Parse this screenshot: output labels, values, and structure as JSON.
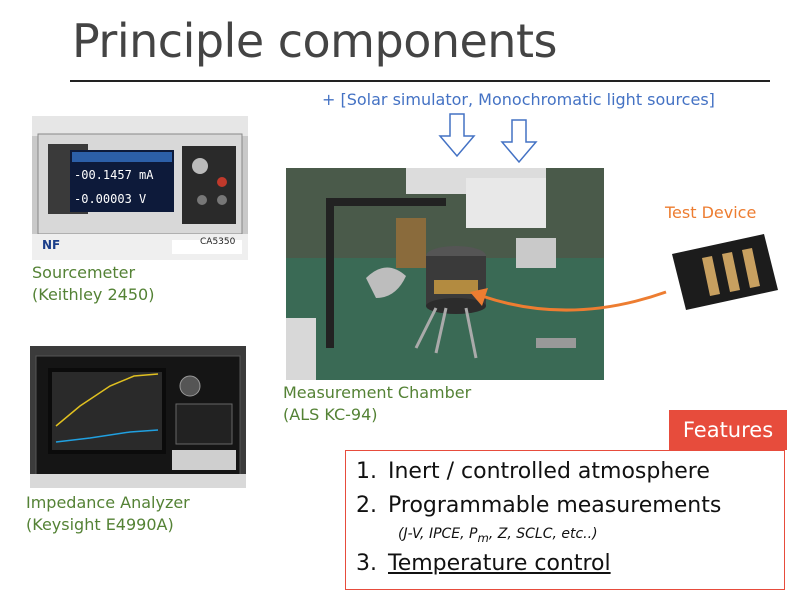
{
  "slide": {
    "title": "Principle components",
    "subtitle": "+ [Solar simulator, Monochromatic light sources]"
  },
  "sourcemeter": {
    "caption_line1": "Sourcemeter",
    "caption_line2": "(Keithley 2450)",
    "display_current": "-00.1457 mA",
    "display_voltage": "-0.00003 V",
    "brand": "NF",
    "model": "CA5350"
  },
  "impedance": {
    "caption_line1": "Impedance Analyzer",
    "caption_line2": "(Keysight E4990A)"
  },
  "chamber": {
    "caption_line1": "Measurement Chamber",
    "caption_line2": "(ALS KC-94)"
  },
  "test_device": {
    "label": "Test Device"
  },
  "features": {
    "tag": "Features",
    "items": [
      {
        "num": "1.",
        "text": "Inert / controlled atmosphere"
      },
      {
        "num": "2.",
        "text": "Programmable measurements"
      },
      {
        "num": "3.",
        "text": "Temperature control"
      }
    ],
    "sub_pre": "(J-V, IPCE, P",
    "sub_subscript": "m",
    "sub_post": ", Z, SCLC, etc..)"
  },
  "colors": {
    "title": "#444444",
    "subtitle": "#4472c4",
    "caption": "#548235",
    "accent": "#e74c3c",
    "test_label": "#ed7d31"
  },
  "icons": [
    "down-arrow-icon",
    "curved-arrow-icon"
  ]
}
